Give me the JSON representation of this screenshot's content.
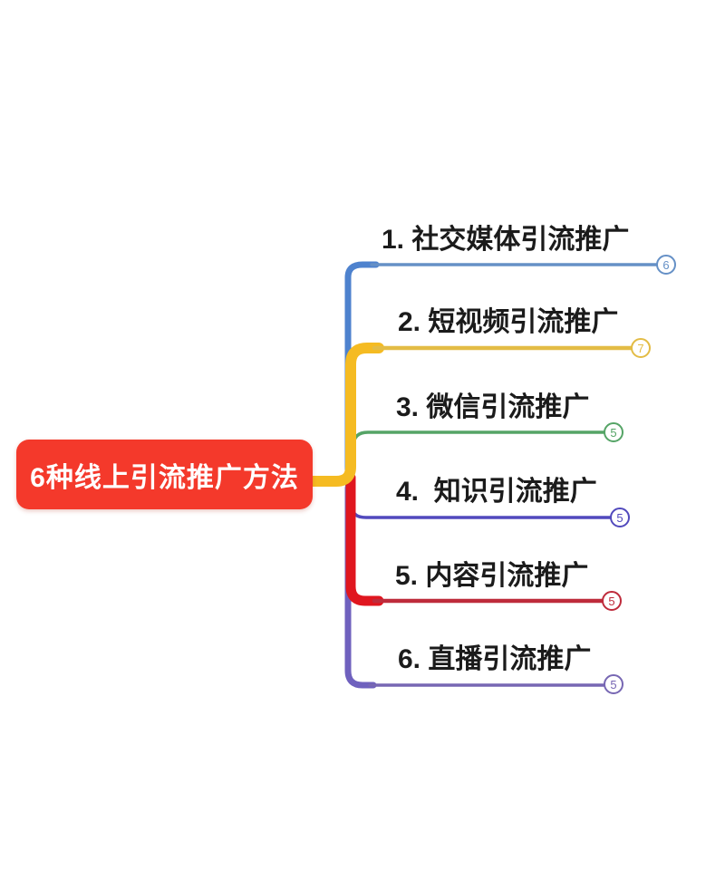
{
  "root": {
    "label": "6种线上引流推广方法",
    "bg_color": "#F4392B",
    "text_color": "#FFFFFF"
  },
  "branches": [
    {
      "label": "1. 社交媒体引流推广",
      "badge": "6",
      "color": "#6590C6",
      "trunk_color": "#4E82CE"
    },
    {
      "label": "2. 短视频引流推广",
      "badge": "7",
      "color": "#E3BC45",
      "trunk_color": "#F5BB22"
    },
    {
      "label": "3. 微信引流推广",
      "badge": "5",
      "color": "#55A466",
      "trunk_color": "#55A466"
    },
    {
      "label": "4.  知识引流推广",
      "badge": "5",
      "color": "#5149BD",
      "trunk_color": "#5149BD"
    },
    {
      "label": "5. 内容引流推广",
      "badge": "5",
      "color": "#BE2B3B",
      "trunk_color": "#E0161F"
    },
    {
      "label": "6. 直播引流推广",
      "badge": "5",
      "color": "#7767B3",
      "trunk_color": "#6F61BE"
    }
  ]
}
